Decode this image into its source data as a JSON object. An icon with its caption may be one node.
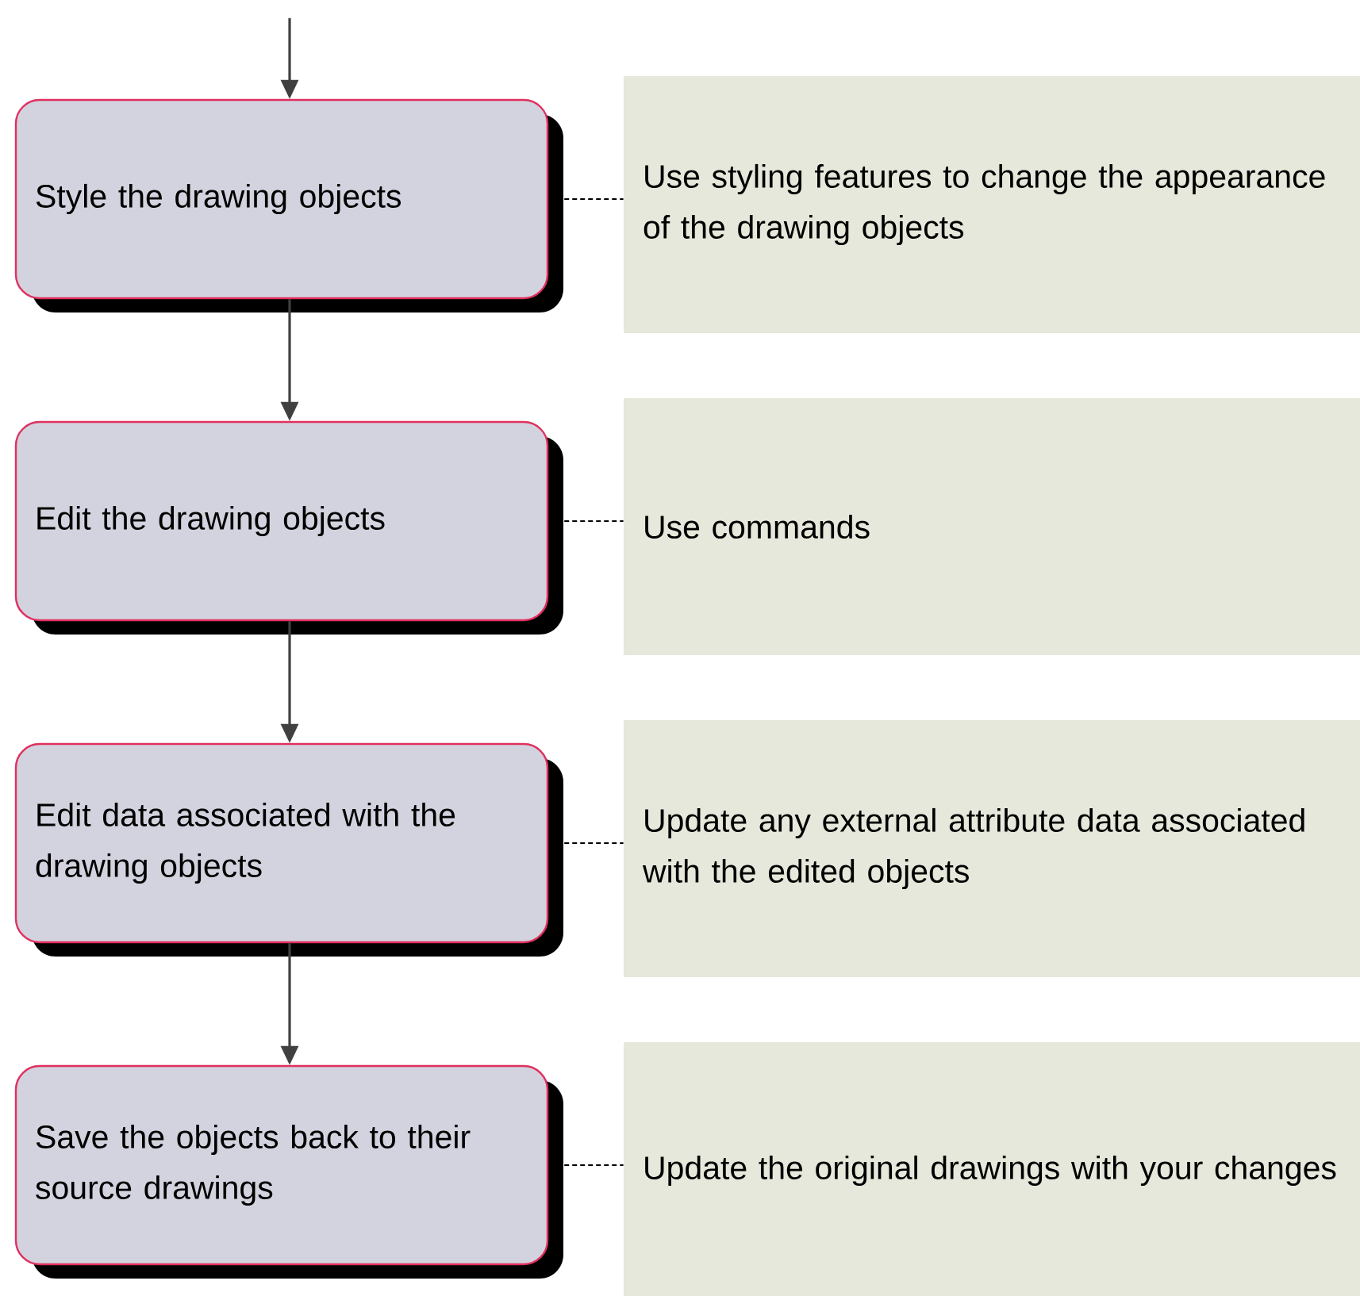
{
  "diagram": {
    "nodes": [
      {
        "text": [
          "Style the drawing objects"
        ]
      },
      {
        "text": [
          "Use styling features to change the appearance of the drawing objects"
        ]
      },
      {
        "text": [
          "Edit the drawing objects"
        ]
      },
      {
        "text": [
          "Use commands"
        ]
      },
      {
        "text": [
          "Edit data associated with the drawing objects"
        ]
      },
      {
        "text": [
          "Update any external attribute data associated with the edited objects"
        ]
      },
      {
        "text": [
          "Save the objects back to their source drawings"
        ]
      },
      {
        "text": [
          "Update the original drawings with your changes"
        ]
      }
    ],
    "edges": [
      {
        "from": null,
        "to": 0,
        "arrow": "to"
      },
      {
        "from": 0,
        "to": 1,
        "arrow": "none",
        "style": "dashed"
      },
      {
        "from": 0,
        "to": 2,
        "arrow": "to"
      },
      {
        "from": 2,
        "to": 3,
        "arrow": "none",
        "style": "dashed"
      },
      {
        "from": 2,
        "to": 4,
        "arrow": "to"
      },
      {
        "from": 4,
        "to": 5,
        "arrow": "none",
        "style": "dashed"
      },
      {
        "from": 4,
        "to": 6,
        "arrow": "to"
      },
      {
        "from": 6,
        "to": 7,
        "arrow": "none",
        "style": "dashed"
      }
    ]
  }
}
